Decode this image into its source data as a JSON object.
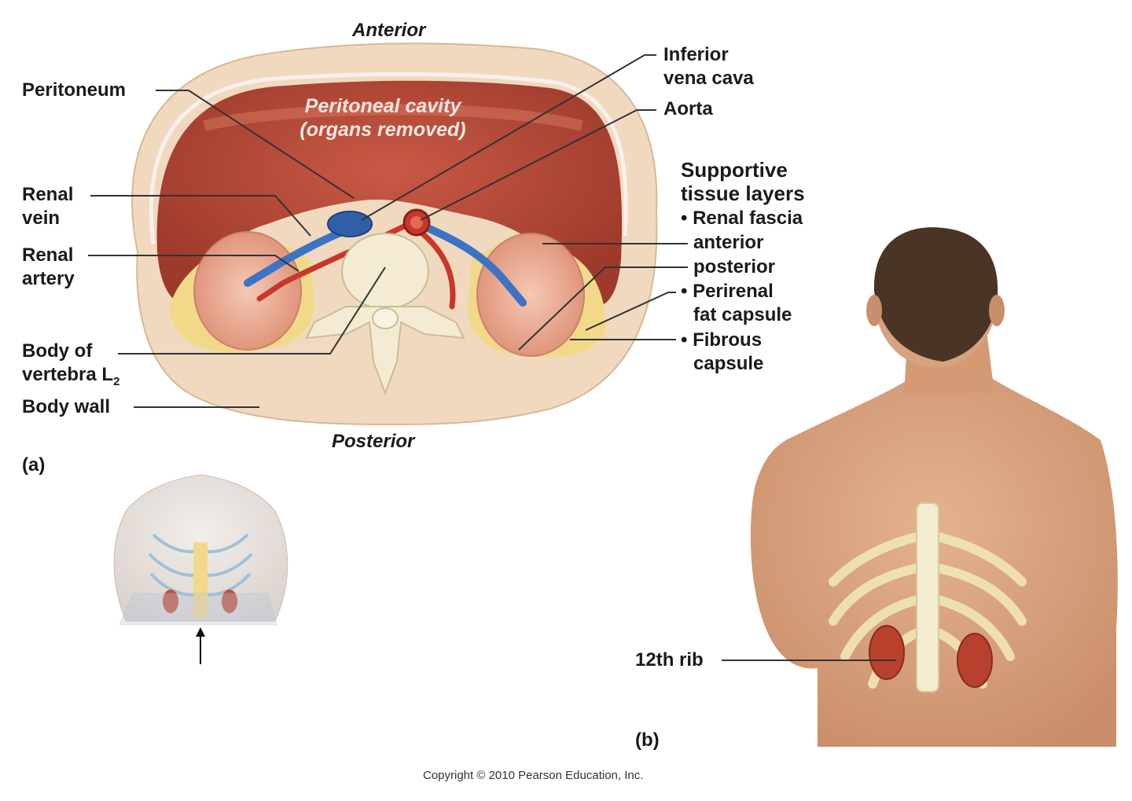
{
  "panel_a": {
    "tag": "(a)",
    "anterior": "Anterior",
    "posterior": "Posterior",
    "cavity": [
      "Peritoneal cavity",
      "(organs removed)"
    ],
    "left_labels": {
      "peritoneum": "Peritoneum",
      "renal_vein": [
        "Renal",
        "vein"
      ],
      "renal_artery": [
        "Renal",
        "artery"
      ],
      "vertebra": [
        "Body of",
        "vertebra L",
        "2"
      ],
      "body_wall": "Body wall"
    },
    "right_labels": {
      "ivc": [
        "Inferior",
        "vena cava"
      ],
      "aorta": "Aorta",
      "supportive": [
        "Supportive",
        "tissue layers"
      ],
      "renal_fascia": "• Renal fascia",
      "anterior": "anterior",
      "posterior": "posterior",
      "perirenal": [
        "• Perirenal",
        "fat capsule"
      ],
      "fibrous": [
        "• Fibrous",
        "capsule"
      ]
    }
  },
  "panel_b": {
    "tag": "(b)",
    "rib": "12th rib"
  },
  "copyright": "Copyright © 2010 Pearson Education, Inc.",
  "colors": {
    "body_wall": "#f1d9bf",
    "cavity": "#b94a3a",
    "kidney": "#e8a58e",
    "vein": "#3d73c4",
    "artery": "#c8382a",
    "fat": "#f2d98a",
    "bone": "#f3ecd2",
    "skin": "#d9a27d"
  }
}
